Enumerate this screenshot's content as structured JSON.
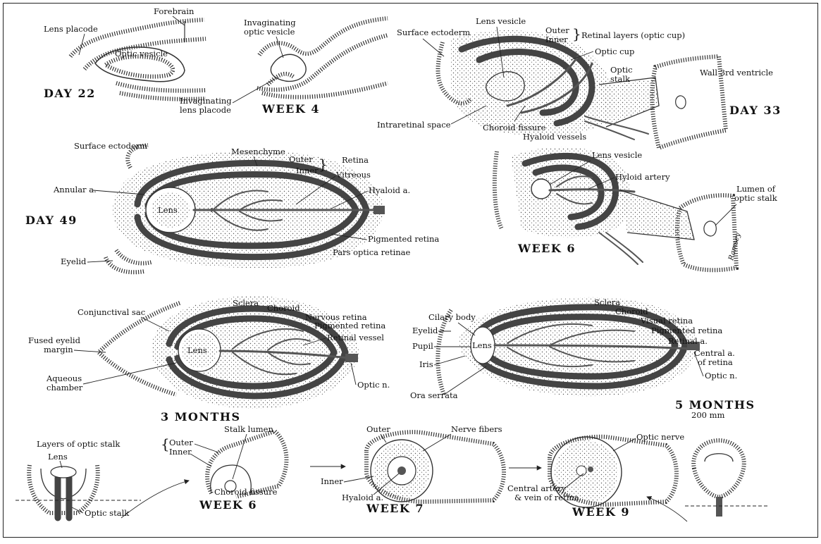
{
  "stages": {
    "day22": "DAY 22",
    "week4": "WEEK 4",
    "day33": "DAY 33",
    "day49": "DAY 49",
    "week6_top": "WEEK 6",
    "months3": "3 MONTHS",
    "months5": "5 MONTHS",
    "months5_size": "200 mm",
    "week6_bottom": "WEEK 6",
    "week7": "WEEK 7",
    "week9": "WEEK 9"
  },
  "day22_labels": {
    "forebrain": "Forebrain",
    "lens_placode": "Lens placode",
    "optic_vesicle": "Optic vesicle"
  },
  "week4_labels": {
    "invaginating_optic_vesicle_1": "Invaginating",
    "invaginating_optic_vesicle_2": "optic vesicle",
    "invaginating_lens_placode_1": "Invaginating",
    "invaginating_lens_placode_2": "lens placode"
  },
  "day33_labels": {
    "lens_vesicle": "Lens vesicle",
    "surface_ectoderm": "Surface ectoderm",
    "outer": "Outer",
    "inner": "Inner",
    "retinal_layers": "Retinal layers (optic cup)",
    "optic_cup": "Optic cup",
    "optic_stalk_1": "Optic",
    "optic_stalk_2": "stalk",
    "wall_3rd_ventricle": "Wall 3rd ventricle",
    "intraretinal_space": "Intraretinal space",
    "choroid_fissure": "Choroid fissure",
    "hyaloid_vessels": "Hyaloid vessels"
  },
  "day49_labels": {
    "surface_ectoderm": "Surface ectoderm",
    "mesenchyme": "Mesenchyme",
    "outer": "Outer",
    "inner": "Inner",
    "retina": "Retina",
    "vitreous": "Vitreous",
    "annular_a": "Annular a.",
    "hyaloid_a": "Hyaloid a.",
    "lens": "Lens",
    "pigmented_retina": "Pigmented retina",
    "pars_optica_retinae": "Pars optica retinae",
    "eyelid": "Eyelid"
  },
  "week6_top_labels": {
    "lens_vesicle": "Lens vesicle",
    "hyloid_artery": "Hyloid artery",
    "lumen_of_optic_stalk_1": "Lumen of",
    "lumen_of_optic_stalk_2": "optic stalk",
    "signature": "Ramsey"
  },
  "month3_labels": {
    "sclera": "Sclera",
    "choroid": "Choroid",
    "conjunctival_sac": "Conjunctival sac",
    "nervous_retina": "Nervous retina",
    "pigmented_retina": "Pigmented retina",
    "retinal_vessel": "Retinal vessel",
    "fused_eyelid_margin_1": "Fused eyelid",
    "fused_eyelid_margin_2": "margin",
    "lens": "Lens",
    "aqueous_chamber_1": "Aqueous",
    "aqueous_chamber_2": "chamber",
    "optic_n": "Optic n."
  },
  "month5_labels": {
    "sclera": "Sclera",
    "choroid": "Choroid",
    "cilary_body": "Cilary body",
    "visual_retina": "Visual retina",
    "pigmented_retina": "Pigmented retina",
    "eyelid": "Eyelid",
    "retinal_a": "Retinal a.",
    "central_a_of_retina_1": "Central a.",
    "central_a_of_retina_2": "of retina",
    "pupil": "Pupil",
    "lens": "Lens",
    "iris": "Iris",
    "optic_n": "Optic n.",
    "ora_serrata": "Ora serrata"
  },
  "bottom_labels": {
    "lens": "Lens",
    "layers_of_optic_stalk": "Layers of optic stalk",
    "outer": "Outer",
    "inner": "Inner",
    "stalk_lumen": "Stalk lumen",
    "choroid_fissure": "Choroid fissure",
    "optic_stalk": "Optic stalk",
    "w7_outer": "Outer",
    "nerve_fibers": "Nerve fibers",
    "w7_inner": "Inner",
    "hyaloid_a": "Hyaloid a.",
    "optic_nerve": "Optic nerve",
    "central_artery_1": "Central artery",
    "central_artery_2": "& vein of retina"
  }
}
